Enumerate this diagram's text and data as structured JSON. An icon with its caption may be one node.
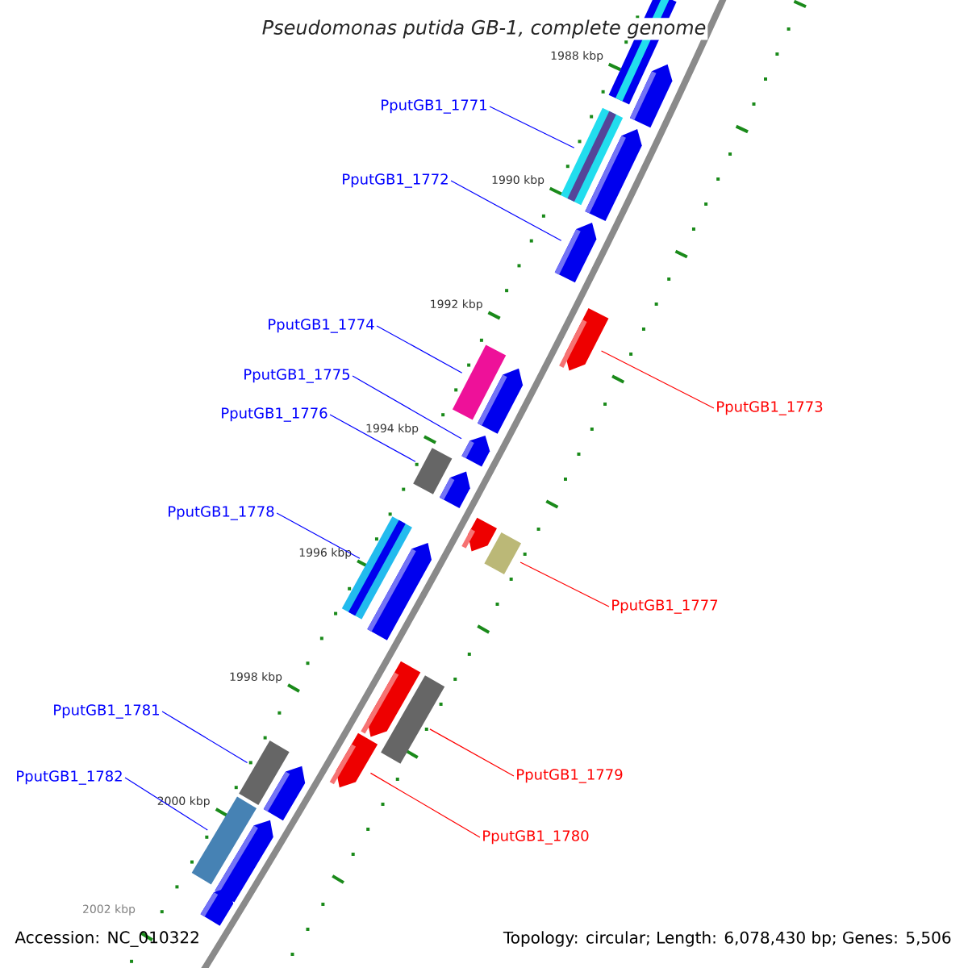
{
  "diagram": {
    "title": "Pseudomonas putida GB-1, complete genome",
    "nodes": [
      {
        "text": [
          "PputGB1_1771"
        ]
      },
      {
        "text": [
          "PputGB1_1772"
        ]
      },
      {
        "text": [
          "PputGB1_1774"
        ]
      },
      {
        "text": [
          "PputGB1_1775"
        ]
      },
      {
        "text": [
          "PputGB1_1773"
        ]
      },
      {
        "text": [
          "PputGB1_1776"
        ]
      },
      {
        "text": [
          "PputGB1_1778"
        ]
      },
      {
        "text": [
          "PputGB1_1777"
        ]
      },
      {
        "text": [
          "PputGB1_1781"
        ]
      },
      {
        "text": [
          "PputGB1_1779"
        ]
      },
      {
        "text": [
          "PputGB1_1782"
        ]
      },
      {
        "text": [
          "PputGB1_1780"
        ]
      },
      {
        "text": [],
        "shape": "bar"
      },
      {
        "text": [],
        "shape": "bar"
      },
      {
        "text": [],
        "shape": "bar"
      },
      {
        "text": [],
        "shape": "bar"
      },
      {
        "text": [],
        "shape": "bar"
      },
      {
        "text": [],
        "shape": "bar"
      },
      {
        "text": [],
        "shape": "bar"
      },
      {
        "text": [],
        "shape": "bar"
      },
      {
        "text": [],
        "shape": "bar"
      },
      {
        "text": [],
        "shape": "bar"
      },
      {
        "text": [],
        "shape": "bar"
      },
      {
        "text": [],
        "shape": "bar"
      },
      {
        "text": [],
        "shape": "bar"
      },
      {
        "text": [],
        "shape": "bar"
      },
      {
        "text": [],
        "shape": "bar"
      },
      {
        "text": [],
        "shape": "bar"
      },
      {
        "text": [],
        "shape": "bar"
      },
      {
        "text": [],
        "shape": "bar"
      },
      {
        "text": [],
        "shape": "bar"
      },
      {
        "text": [],
        "shape": "bar"
      },
      {
        "text": [],
        "shape": "bar"
      },
      {
        "text": [],
        "shape": "bar"
      },
      {
        "text": [],
        "shape": "bar"
      }
    ],
    "edges": [
      {
        "from": 0,
        "to": 14,
        "arrow": "none"
      },
      {
        "from": 1,
        "to": 16,
        "arrow": "none"
      },
      {
        "from": 2,
        "to": 18,
        "arrow": "none"
      },
      {
        "from": 3,
        "to": 20,
        "arrow": "none"
      },
      {
        "from": 4,
        "to": 17,
        "arrow": "none",
        "color": "#ff0000"
      },
      {
        "from": 5,
        "to": 21,
        "arrow": "none"
      },
      {
        "from": 6,
        "to": 25,
        "arrow": "none"
      },
      {
        "from": 7,
        "to": 24,
        "arrow": "none",
        "color": "#ff0000"
      },
      {
        "from": 8,
        "to": 30,
        "arrow": "none"
      },
      {
        "from": 9,
        "to": 28,
        "arrow": "none",
        "color": "#ff0000"
      },
      {
        "from": 10,
        "to": 32,
        "arrow": "none"
      },
      {
        "from": 11,
        "to": 29,
        "arrow": "none",
        "color": "#ff0000"
      }
    ],
    "labels": [
      "1988 kbp",
      "1990 kbp",
      "1992 kbp",
      "1994 kbp",
      "1996 kbp",
      "1998 kbp",
      "2000 kbp",
      "2002 kbp",
      "Accession: NC_010322",
      "Topology: circular; Length: 6,078,430 bp; Genes: 5,506"
    ]
  }
}
